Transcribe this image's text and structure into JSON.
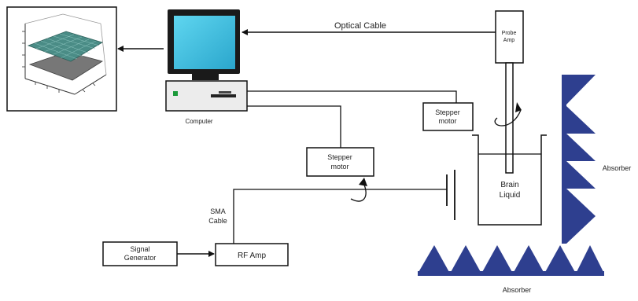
{
  "labels": {
    "optical_cable": "Optical Cable",
    "probe_amp_line1": "Probe",
    "probe_amp_line2": "Amp",
    "computer": "Computer",
    "stepper_motor_right_line1": "Stepper",
    "stepper_motor_right_line2": "motor",
    "stepper_motor_left_line1": "Stepper",
    "stepper_motor_left_line2": "motor",
    "brain_liquid_line1": "Brain",
    "brain_liquid_line2": "Liquid",
    "absorber_right": "Absorber",
    "absorber_bottom": "Absorber",
    "sma_cable_line1": "SMA",
    "sma_cable_line2": "Cable",
    "signal_generator_line1": "Signal",
    "signal_generator_line2": "Generator",
    "rf_amp": "RF Amp"
  },
  "colors": {
    "absorber": "#2e3f8f",
    "monitor_screen": "#3fc4e6",
    "line": "#111111",
    "plot_surface": "#4a8c86"
  }
}
